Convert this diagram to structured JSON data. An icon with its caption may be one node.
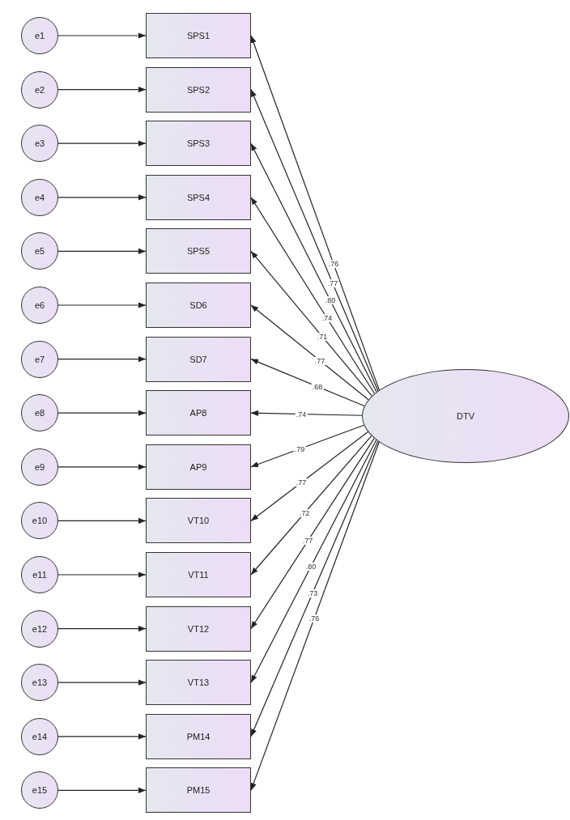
{
  "diagram": {
    "nodes": [
      {
        "text": [
          "e1"
        ]
      },
      {
        "text": [
          "e2"
        ]
      },
      {
        "text": [
          "e3"
        ]
      },
      {
        "text": [
          "e4"
        ]
      },
      {
        "text": [
          "e5"
        ]
      },
      {
        "text": [
          "e6"
        ]
      },
      {
        "text": [
          "e7"
        ]
      },
      {
        "text": [
          "e8"
        ]
      },
      {
        "text": [
          "e9"
        ]
      },
      {
        "text": [
          "e10"
        ]
      },
      {
        "text": [
          "e11"
        ]
      },
      {
        "text": [
          "e12"
        ]
      },
      {
        "text": [
          "e13"
        ]
      },
      {
        "text": [
          "e14"
        ]
      },
      {
        "text": [
          "e15"
        ]
      },
      {
        "text": [
          "SPS1"
        ]
      },
      {
        "text": [
          "SPS2"
        ]
      },
      {
        "text": [
          "SPS3"
        ]
      },
      {
        "text": [
          "SPS4"
        ]
      },
      {
        "text": [
          "SPS5"
        ]
      },
      {
        "text": [
          "SD6"
        ]
      },
      {
        "text": [
          "SD7"
        ]
      },
      {
        "text": [
          "AP8"
        ]
      },
      {
        "text": [
          "AP9"
        ]
      },
      {
        "text": [
          "VT10"
        ]
      },
      {
        "text": [
          "VT11"
        ]
      },
      {
        "text": [
          "VT12"
        ]
      },
      {
        "text": [
          "VT13"
        ]
      },
      {
        "text": [
          "PM14"
        ]
      },
      {
        "text": [
          "PM15"
        ]
      },
      {
        "text": [
          "DTV"
        ]
      }
    ],
    "edges": [
      {
        "from": 0,
        "to": 15,
        "arrow": "to"
      },
      {
        "from": 1,
        "to": 16,
        "arrow": "to"
      },
      {
        "from": 2,
        "to": 17,
        "arrow": "to"
      },
      {
        "from": 3,
        "to": 18,
        "arrow": "to"
      },
      {
        "from": 4,
        "to": 19,
        "arrow": "to"
      },
      {
        "from": 5,
        "to": 20,
        "arrow": "to"
      },
      {
        "from": 6,
        "to": 21,
        "arrow": "to"
      },
      {
        "from": 7,
        "to": 22,
        "arrow": "to"
      },
      {
        "from": 8,
        "to": 23,
        "arrow": "to"
      },
      {
        "from": 9,
        "to": 24,
        "arrow": "to"
      },
      {
        "from": 10,
        "to": 25,
        "arrow": "to"
      },
      {
        "from": 11,
        "to": 26,
        "arrow": "to"
      },
      {
        "from": 12,
        "to": 27,
        "arrow": "to"
      },
      {
        "from": 13,
        "to": 28,
        "arrow": "to"
      },
      {
        "from": 14,
        "to": 29,
        "arrow": "to"
      },
      {
        "from": 30,
        "to": 15,
        "arrow": "to",
        "label": ".76"
      },
      {
        "from": 30,
        "to": 16,
        "arrow": "to",
        "label": ".77"
      },
      {
        "from": 30,
        "to": 17,
        "arrow": "to",
        "label": ".80"
      },
      {
        "from": 30,
        "to": 18,
        "arrow": "to",
        "label": ".74"
      },
      {
        "from": 30,
        "to": 19,
        "arrow": "to",
        "label": ".71"
      },
      {
        "from": 30,
        "to": 20,
        "arrow": "to",
        "label": ".77"
      },
      {
        "from": 30,
        "to": 21,
        "arrow": "to",
        "label": ".68"
      },
      {
        "from": 30,
        "to": 22,
        "arrow": "to",
        "label": ".74"
      },
      {
        "from": 30,
        "to": 23,
        "arrow": "to",
        "label": ".79"
      },
      {
        "from": 30,
        "to": 24,
        "arrow": "to",
        "label": ".77"
      },
      {
        "from": 30,
        "to": 25,
        "arrow": "to",
        "label": ".72"
      },
      {
        "from": 30,
        "to": 26,
        "arrow": "to",
        "label": ".77"
      },
      {
        "from": 30,
        "to": 27,
        "arrow": "to",
        "label": ".80"
      },
      {
        "from": 30,
        "to": 28,
        "arrow": "to",
        "label": ".73"
      },
      {
        "from": 30,
        "to": 29,
        "arrow": "to",
        "label": ".76"
      }
    ]
  }
}
